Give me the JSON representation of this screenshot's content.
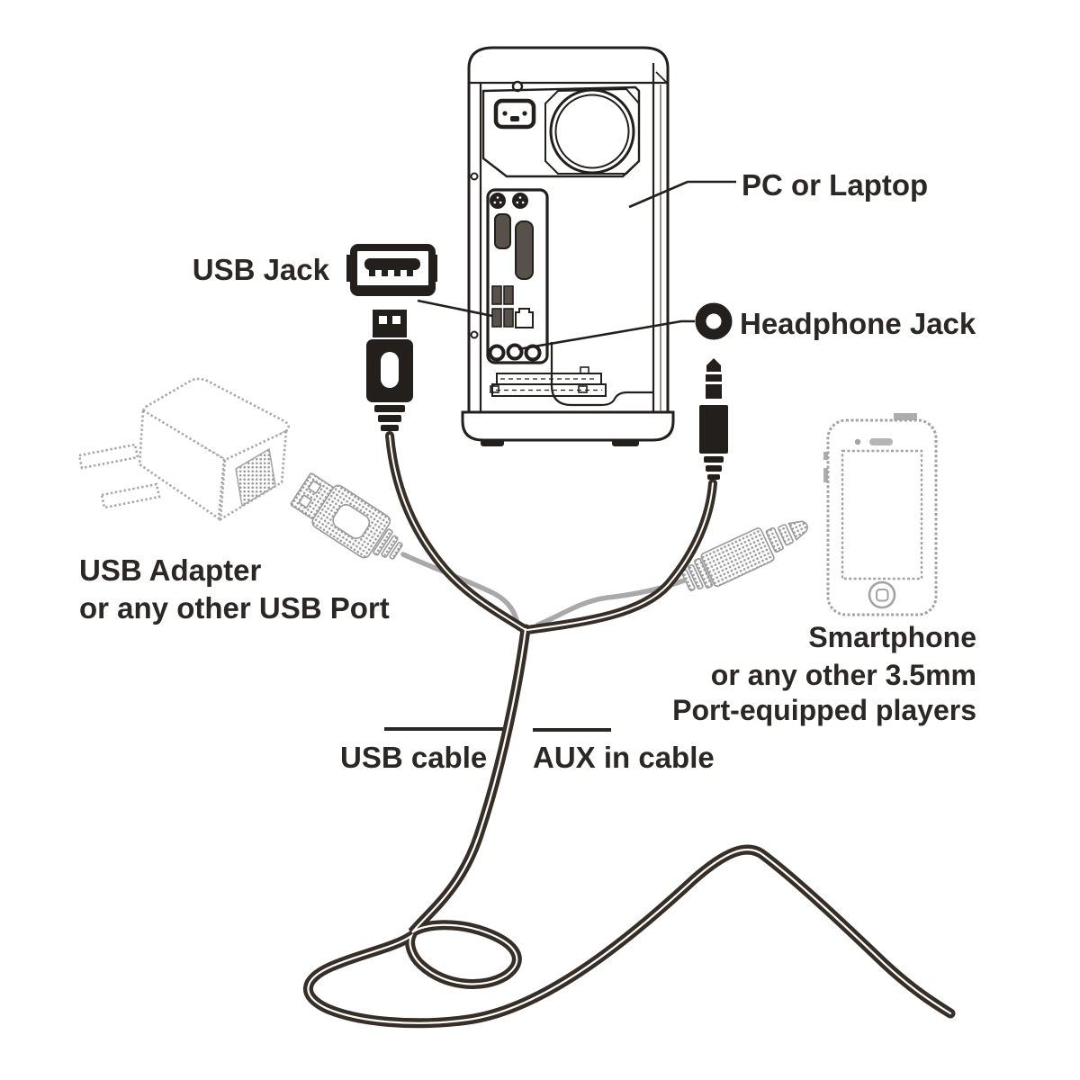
{
  "diagram": {
    "labels": {
      "pc": "PC or Laptop",
      "usb_jack": "USB Jack",
      "headphone_jack": "Headphone Jack",
      "usb_adapter_line1": "USB Adapter",
      "usb_adapter_line2": "or any other USB Port",
      "smartphone_line1": "Smartphone",
      "smartphone_line2": "or any other 3.5mm",
      "smartphone_line3": "Port-equipped players",
      "usb_cable": "USB cable",
      "aux_cable": "AUX in cable"
    },
    "icons": {
      "usb_port": "usb-jack-icon",
      "usb_plug": "usb-plug-icon",
      "headphone_ring": "headphone-jack-icon",
      "aux_plug": "aux-plug-icon"
    },
    "colors": {
      "ink": "#221f1c",
      "text": "#2b2724",
      "cable": "#372f27",
      "ghost": "#a7a7a7",
      "background": "#ffffff"
    }
  }
}
